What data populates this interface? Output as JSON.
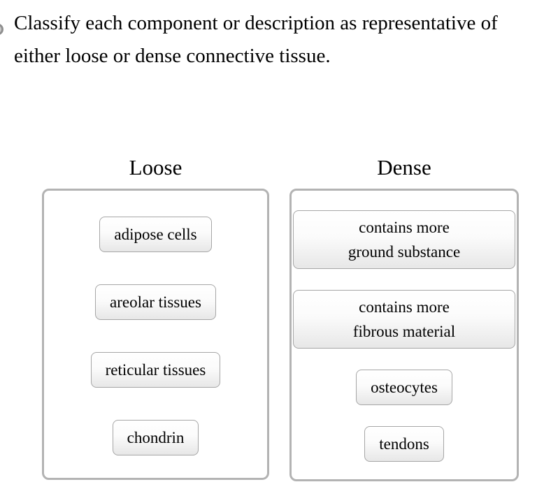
{
  "question": {
    "prompt_line1": "Classify each component or description as representative of",
    "prompt_line2": "either loose or dense connective tissue."
  },
  "columns": {
    "loose": {
      "heading": "Loose",
      "items": [
        {
          "label": "adipose cells"
        },
        {
          "label": "areolar tissues"
        },
        {
          "label": "reticular tissues"
        },
        {
          "label": "chondrin"
        }
      ]
    },
    "dense": {
      "heading": "Dense",
      "items": [
        {
          "label": "contains more ground substance",
          "line1": "contains more",
          "line2": "ground substance"
        },
        {
          "label": "contains more fibrous material",
          "line1": "contains more",
          "line2": "fibrous material"
        },
        {
          "label": "osteocytes"
        },
        {
          "label": "tendons"
        }
      ]
    }
  },
  "colors": {
    "box_border": "#b3b3b3",
    "chip_border": "#a6a6a6",
    "chip_gradient_top": "#ffffff",
    "chip_gradient_bottom": "#e7e7e7",
    "text": "#000000",
    "bullet_gray": "#8f8f8f"
  }
}
